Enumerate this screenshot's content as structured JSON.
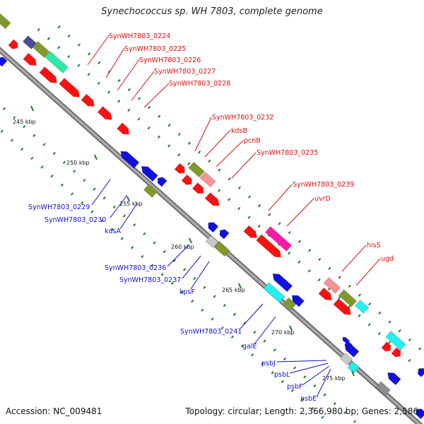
{
  "title": "Synechococcus sp. WH 7803, complete genome",
  "accession": "Accession: NC_009481",
  "topology": "Topology: circular; Length: 2,366,980 bp; Genes: 2,586",
  "colors": {
    "red": "#ff1010",
    "blue": "#1010e0",
    "olive": "#7f9a2a",
    "pink": "#f79494",
    "magenta": "#ff19a8",
    "cyan": "#22f0f0",
    "teal": "#2eeaa8",
    "gray": "#8c8c8c",
    "lightgray": "#c8c8c8",
    "navy": "#4a4a9a",
    "tick": "#1f7a1f",
    "backbone": "#8a8a8a"
  },
  "kbp_ticks": [
    "245 kbp",
    "250 kbp",
    "255 kbp",
    "260 kbp",
    "265 kbp",
    "270 kbp",
    "275 kbp"
  ],
  "labels_top": [
    "SynWH7803_0224",
    "SynWH7803_0225",
    "SynWH7803_0226",
    "SynWH7803_0227",
    "SynWH7803_0228",
    "SynWH7803_0232",
    "kdsB",
    "pcnB",
    "SynWH7803_0235",
    "SynWH7803_0239",
    "uvrD",
    "hisS",
    "ugd"
  ],
  "labels_bottom": [
    "SynWH7803_0229",
    "SynWH7803_0230",
    "kdsA",
    "SynWH7803_0236",
    "SynWH7803_0237",
    "kpsF",
    "SynWH7803_0241",
    "galE",
    "psbJ",
    "psbL",
    "psbF",
    "psbE"
  ]
}
